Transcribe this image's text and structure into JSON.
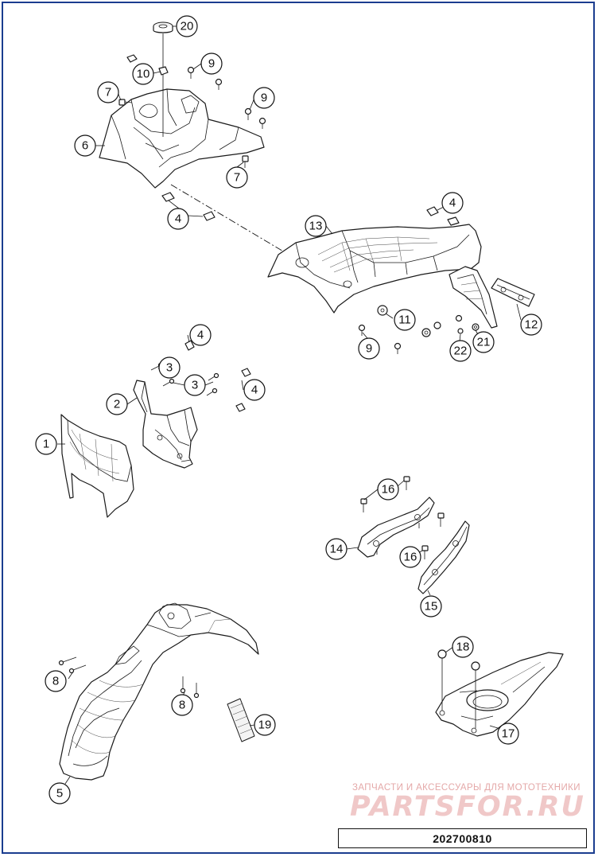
{
  "diagram_code": "202700810",
  "watermark": {
    "tagline": "ЗАПЧАСТИ И АКСЕССУАРЫ ДЛЯ МОТОТЕХНИКИ",
    "logo": "PARTSFOR.RU"
  },
  "callouts": [
    {
      "label": "20"
    },
    {
      "label": "10"
    },
    {
      "label": "9"
    },
    {
      "label": "7"
    },
    {
      "label": "9"
    },
    {
      "label": "6"
    },
    {
      "label": "7"
    },
    {
      "label": "4"
    },
    {
      "label": "4"
    },
    {
      "label": "13"
    },
    {
      "label": "11"
    },
    {
      "label": "12"
    },
    {
      "label": "9"
    },
    {
      "label": "22"
    },
    {
      "label": "21"
    },
    {
      "label": "4"
    },
    {
      "label": "3"
    },
    {
      "label": "3"
    },
    {
      "label": "4"
    },
    {
      "label": "2"
    },
    {
      "label": "1"
    },
    {
      "label": "16"
    },
    {
      "label": "14"
    },
    {
      "label": "16"
    },
    {
      "label": "15"
    },
    {
      "label": "18"
    },
    {
      "label": "8"
    },
    {
      "label": "8"
    },
    {
      "label": "19"
    },
    {
      "label": "17"
    },
    {
      "label": "5"
    }
  ]
}
